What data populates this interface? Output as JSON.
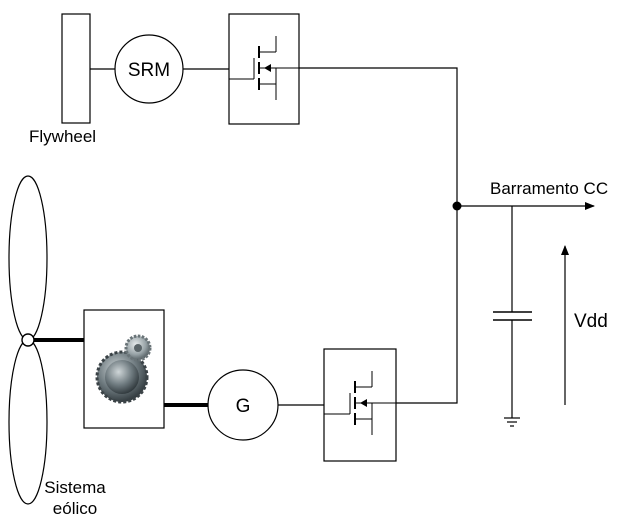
{
  "labels": {
    "flywheel": "Flywheel",
    "srm": "SRM",
    "generator": "G",
    "bus": "Barramento CC",
    "vdd": "Vdd",
    "wind_line1": "Sistema",
    "wind_line2": "eólico"
  },
  "colors": {
    "line": "#000000",
    "background": "#ffffff"
  },
  "icons": {
    "gearbox": "gear-icon",
    "switch": "transistor-switch-icon"
  }
}
